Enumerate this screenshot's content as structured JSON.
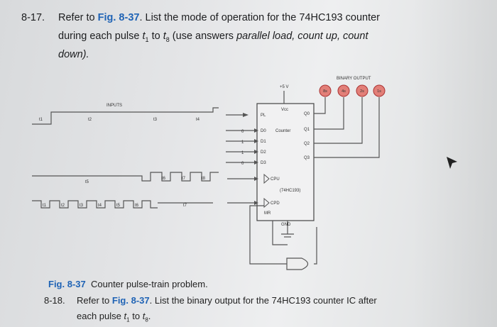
{
  "problem1": {
    "number": "8-17.",
    "intro": "Refer to",
    "fig_ref": "Fig. 8-37",
    "line1_rest": ". List the mode of operation for the 74HC193 counter",
    "line2_a": "during each pulse",
    "t": "t",
    "sub1": "1",
    "to": "to",
    "sub8": "8",
    "line2_b": "(use answers",
    "modes": "parallel load, count up, count",
    "line3": "down)."
  },
  "diagram": {
    "inputs_label": "INPUTS",
    "binary_output_label": "BINARY OUTPUT",
    "vcc_label": "+5 V",
    "vcc_pin": "Vcc",
    "counter_label": "Counter",
    "chip_label": "(74HC193)",
    "mr_label": "MR",
    "gnd_label": "GND",
    "pins_in": [
      "PL",
      "D0",
      "D1",
      "D2",
      "D3",
      "CPU",
      "CPD"
    ],
    "pins_out": [
      "Q0",
      "Q1",
      "Q2",
      "Q3"
    ],
    "data_bits": [
      "0",
      "1",
      "1",
      "0"
    ],
    "leds": [
      "8s",
      "4s",
      "2s",
      "1s"
    ],
    "pl_pulses": [
      "t1",
      "t2",
      "t3",
      "t4"
    ],
    "up_pulses": [
      "t5",
      "t6",
      "t7",
      "t8"
    ],
    "down_pulses": [
      "t1",
      "t2",
      "t3",
      "t4",
      "t5",
      "t6",
      "t7"
    ]
  },
  "caption": {
    "fig": "Fig. 8-37",
    "text": "Counter pulse-train problem."
  },
  "problem2": {
    "number": "8-18.",
    "intro": "Refer to",
    "fig_ref": "Fig. 8-37",
    "line1_rest": ". List the binary output for the 74HC193 counter IC after",
    "line2_a": "each pulse",
    "t": "t",
    "sub1": "1",
    "to": "to",
    "sub8": "8",
    "line2_b": "."
  }
}
